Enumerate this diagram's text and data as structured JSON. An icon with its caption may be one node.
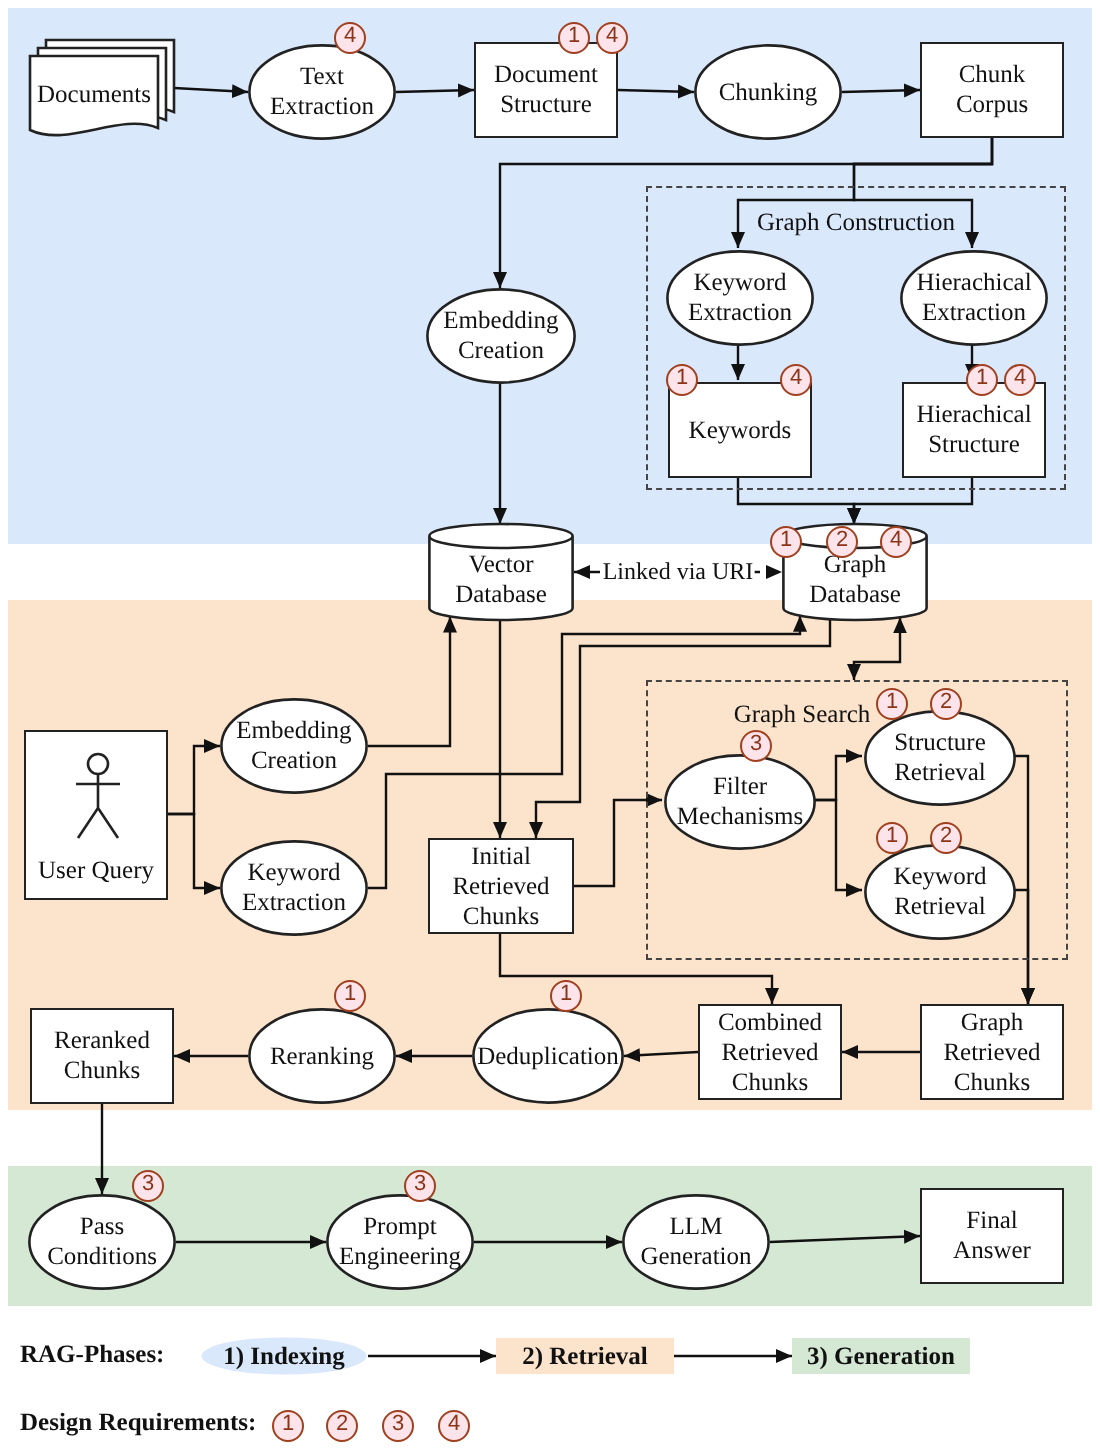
{
  "diagram": {
    "nodes": [
      {
        "text": [
          "Documents"
        ]
      },
      {
        "text": [
          "Text Extraction"
        ],
        "beside": [
          "4"
        ]
      },
      {
        "text": [
          "Document Structure"
        ],
        "beside": [
          "1",
          "4"
        ]
      },
      {
        "text": [
          "Chunking"
        ]
      },
      {
        "text": [
          "Chunk Corpus"
        ]
      },
      {
        "text": [
          "Graph Construction"
        ]
      },
      {
        "text": [
          "Keyword Extraction"
        ],
        "in": 5
      },
      {
        "text": [
          "Hierachical Extraction"
        ],
        "in": 5
      },
      {
        "text": [
          "Keywords"
        ],
        "in": 5,
        "beside": [
          "1",
          "4"
        ]
      },
      {
        "text": [
          "Hierachical Structure"
        ],
        "in": 5,
        "beside": [
          "1",
          "4"
        ]
      },
      {
        "text": [
          "Embedding Creation"
        ]
      },
      {
        "text": [
          "Vector Database"
        ]
      },
      {
        "text": [
          "Graph Database"
        ],
        "beside": [
          "1",
          "2",
          "4"
        ]
      },
      {
        "text": [
          "User Query"
        ]
      },
      {
        "text": [
          "Embedding Creation"
        ]
      },
      {
        "text": [
          "Keyword Extraction"
        ]
      },
      {
        "text": [
          "Initial Retrieved Chunks"
        ]
      },
      {
        "text": [
          "Graph Search"
        ]
      },
      {
        "text": [
          "Filter Mechanisms"
        ],
        "in": 17,
        "beside": [
          "3"
        ]
      },
      {
        "text": [
          "Structure Retrieval"
        ],
        "in": 17,
        "beside": [
          "1",
          "2"
        ]
      },
      {
        "text": [
          "Keyword Retrieval"
        ],
        "in": 17,
        "beside": [
          "1",
          "2"
        ]
      },
      {
        "text": [
          "Combined Retrieved Chunks"
        ]
      },
      {
        "text": [
          "Graph Retrieved Chunks"
        ]
      },
      {
        "text": [
          "Deduplication"
        ],
        "beside": [
          "1"
        ]
      },
      {
        "text": [
          "Reranking"
        ],
        "beside": [
          "1"
        ]
      },
      {
        "text": [
          "Reranked Chunks"
        ]
      },
      {
        "text": [
          "Pass Conditions"
        ],
        "beside": [
          "3"
        ]
      },
      {
        "text": [
          "Prompt Engineering"
        ],
        "beside": [
          "3"
        ]
      },
      {
        "text": [
          "LLM Generation"
        ]
      },
      {
        "text": [
          "Final Answer"
        ]
      },
      {
        "text": [
          "1) Indexing"
        ]
      },
      {
        "text": [
          "2) Retrieval"
        ]
      },
      {
        "text": [
          "3) Generation"
        ]
      }
    ],
    "edges": [
      {
        "from": 0,
        "to": 1,
        "arrow": "to"
      },
      {
        "from": 1,
        "to": 2,
        "arrow": "to"
      },
      {
        "from": 2,
        "to": 3,
        "arrow": "to"
      },
      {
        "from": 3,
        "to": 4,
        "arrow": "to"
      },
      {
        "from": 4,
        "to": 10,
        "arrow": "to"
      },
      {
        "from": 4,
        "to": 6,
        "arrow": "to"
      },
      {
        "from": 4,
        "to": 7,
        "arrow": "to"
      },
      {
        "from": 6,
        "to": 8,
        "arrow": "to"
      },
      {
        "from": 7,
        "to": 9,
        "arrow": "to"
      },
      {
        "from": 8,
        "to": 12,
        "arrow": "to"
      },
      {
        "from": 9,
        "to": 12,
        "arrow": "to"
      },
      {
        "from": 10,
        "to": 11,
        "arrow": "to"
      },
      {
        "from": 11,
        "to": 12,
        "arrow": "both",
        "label": "Linked via URI",
        "style": "dashed"
      },
      {
        "from": 13,
        "to": 14,
        "arrow": "to"
      },
      {
        "from": 13,
        "to": 15,
        "arrow": "to"
      },
      {
        "from": 14,
        "to": 11,
        "arrow": "to"
      },
      {
        "from": 15,
        "to": 12,
        "arrow": "to"
      },
      {
        "from": 11,
        "to": 16,
        "arrow": "to"
      },
      {
        "from": 12,
        "to": 16,
        "arrow": "to"
      },
      {
        "from": 12,
        "to": 17,
        "arrow": "both"
      },
      {
        "from": 16,
        "to": 18,
        "arrow": "to"
      },
      {
        "from": 18,
        "to": 19,
        "arrow": "to"
      },
      {
        "from": 18,
        "to": 20,
        "arrow": "to"
      },
      {
        "from": 19,
        "to": 22,
        "arrow": "to"
      },
      {
        "from": 20,
        "to": 22,
        "arrow": "to"
      },
      {
        "from": 16,
        "to": 21,
        "arrow": "to"
      },
      {
        "from": 22,
        "to": 21,
        "arrow": "to"
      },
      {
        "from": 21,
        "to": 23,
        "arrow": "to"
      },
      {
        "from": 23,
        "to": 24,
        "arrow": "to"
      },
      {
        "from": 24,
        "to": 25,
        "arrow": "to"
      },
      {
        "from": 25,
        "to": 26,
        "arrow": "to"
      },
      {
        "from": 26,
        "to": 27,
        "arrow": "to"
      },
      {
        "from": 27,
        "to": 28,
        "arrow": "to"
      },
      {
        "from": 28,
        "to": 29,
        "arrow": "to"
      },
      {
        "from": 30,
        "to": 31,
        "arrow": "to"
      },
      {
        "from": 31,
        "to": 32,
        "arrow": "to"
      }
    ],
    "labels": [
      "RAG-Phases:",
      "Design Requirements:",
      "1",
      "2",
      "3",
      "4"
    ]
  }
}
